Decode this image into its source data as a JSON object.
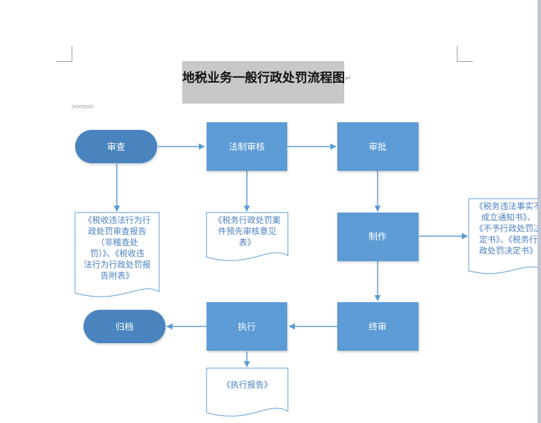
{
  "document": {
    "title": "地税业务一般行政处罚流程图",
    "paragraph_mark": "↵",
    "small_marks": "○○○○○○"
  },
  "colors": {
    "process_fill": "#5b9bd5",
    "terminator_fill": "#4a84bf",
    "connector": "#5b9bd5",
    "doc_text": "#4a7fbf",
    "doc_border": "#5b9bd5",
    "title_highlight": "#c8c8c8"
  },
  "flowchart": {
    "nodes": {
      "review": "审查",
      "legal_review": "法制审核",
      "approve": "审批",
      "produce": "制作",
      "final_review": "终审",
      "execute": "执行",
      "archive": "归档"
    },
    "documents": {
      "review_doc": [
        "《税收违法行为行",
        "政处罚审查报告",
        "（非稽查处",
        "罚）》、《税收违",
        "法行为行政处罚报",
        "告附表》"
      ],
      "legal_doc": [
        "《税务行政处罚案",
        "件预先审核意见",
        "表》"
      ],
      "produce_doc": [
        "《税务违法事实不",
        "成立通知书》、",
        "《不予行政处罚决",
        "定书》、《税务行",
        "政处罚决定书》"
      ],
      "execute_doc": [
        "《执行报告》"
      ]
    },
    "edges": [
      {
        "from": "审查",
        "to": "法制审核"
      },
      {
        "from": "法制审核",
        "to": "审批"
      },
      {
        "from": "审批",
        "to": "制作"
      },
      {
        "from": "制作",
        "to": "终审"
      },
      {
        "from": "终审",
        "to": "执行"
      },
      {
        "from": "执行",
        "to": "归档"
      },
      {
        "from": "审查",
        "to": "review_doc"
      },
      {
        "from": "法制审核",
        "to": "legal_doc"
      },
      {
        "from": "制作",
        "to": "produce_doc"
      },
      {
        "from": "执行",
        "to": "execute_doc"
      }
    ]
  }
}
